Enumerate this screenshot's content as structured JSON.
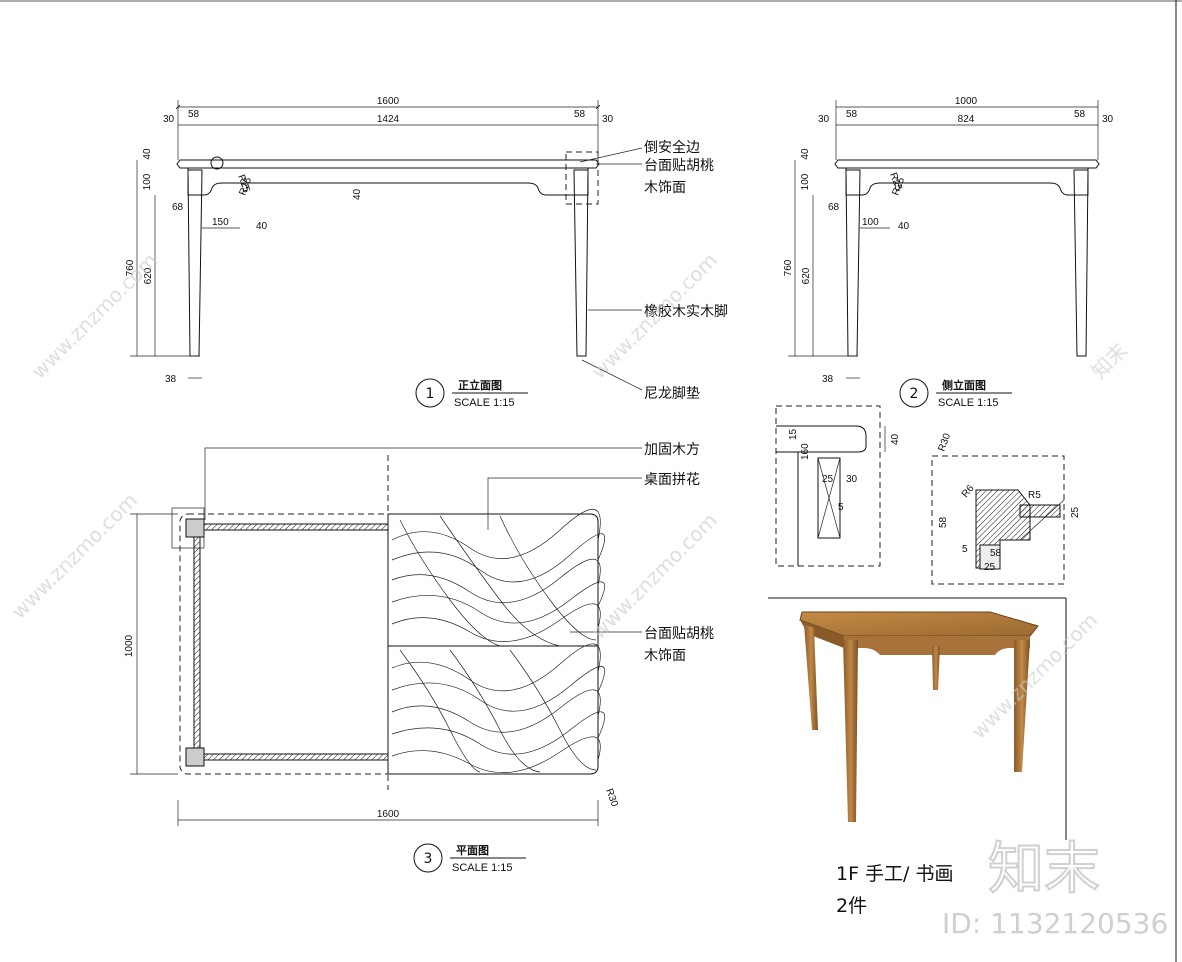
{
  "elevation_front": {
    "dims": {
      "total": "1600",
      "span": "1424",
      "edge_left": "30",
      "leg_left": "58",
      "leg_right": "58",
      "edge_right": "30",
      "top_thk": "40",
      "apron": "100",
      "leg_h": "620",
      "total_h": "760",
      "leg_off": "68",
      "leg_w": "38",
      "curve": "150",
      "curve_b": "40",
      "r1": "R25",
      "r2": "R25",
      "apron_gap": "40"
    },
    "callouts": [
      "倒安全边",
      "台面贴胡桃",
      "木饰面",
      "橡胶木实木脚",
      "尼龙脚垫"
    ],
    "number": "1",
    "title": "正立面图",
    "scale": "SCALE 1:15"
  },
  "elevation_side": {
    "dims": {
      "total": "1000",
      "span": "824",
      "edge_left": "30",
      "leg_left": "58",
      "leg_right": "58",
      "edge_right": "30",
      "top_thk": "40",
      "apron": "100",
      "leg_h": "620",
      "total_h": "760",
      "leg_off": "68",
      "leg_w": "38",
      "curve": "100",
      "curve_b": "40",
      "r1": "R25",
      "r2": "R25"
    },
    "number": "2",
    "title": "侧立面图",
    "scale": "SCALE 1:15"
  },
  "plan": {
    "dims": {
      "width": "1600",
      "depth": "1000",
      "radius": "R30"
    },
    "callouts": [
      "加固木方",
      "桌面拼花",
      "台面贴胡桃",
      "木饰面"
    ],
    "number": "3",
    "title": "平面图",
    "scale": "SCALE 1:15"
  },
  "details": {
    "detail_a": [
      "15",
      "160",
      "25",
      "30",
      "40",
      "5"
    ],
    "detail_b": [
      "R30",
      "R6",
      "25",
      "58",
      "5",
      "58",
      "25",
      "R5"
    ]
  },
  "photo_caption": {
    "line1": "1F 手工/ 书画",
    "line2": "2件"
  },
  "watermark": {
    "site": "www.znzmo.com",
    "brand": "知末",
    "logo": "知末",
    "id": "ID: 1132120536"
  },
  "colors": {
    "wood": "#b07a3c",
    "wood_dark": "#7a4f22",
    "line": "#111111",
    "watermark": "#c9c9c9"
  }
}
